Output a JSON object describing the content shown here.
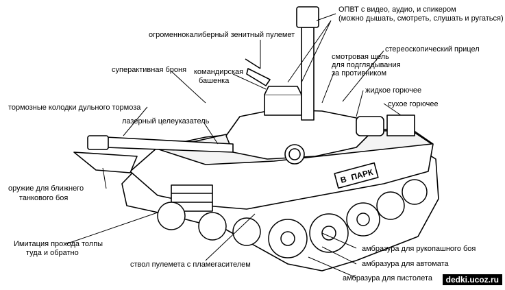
{
  "callouts": {
    "opvt": "ОПВТ с видео, аудио, и спикером",
    "opvt_note": "(можно дышать, смотреть, слушать и ругаться)",
    "aa_mg": "огроменнокалиберный зенитный пулемет",
    "stereo_sight": "стереоскопический прицел",
    "super_armor": "суперактивная броня",
    "cmd_cupola_1": "командирская",
    "cmd_cupola_2": "башенка",
    "vision_slit_1": "смотровая щель",
    "vision_slit_2": "для подглядывания",
    "vision_slit_3": "за противником",
    "liquid_fuel": "жидкое горючее",
    "dry_fuel": "сухое горючее",
    "brake_pads": "тормозные колодки дульного тормоза",
    "laser": "лазерный целеуказатель",
    "melee_weapon_1": "оружие для ближнего",
    "melee_weapon_2": "танкового боя",
    "crowd_1": "Имитация прохода толпы",
    "crowd_2": "туда и обратно",
    "mg_flamer": "ствол пулемета с пламегасителем",
    "emb_hand": "амбразура для рукопашного боя",
    "emb_rifle": "амбразура для автомата",
    "emb_pistol": "амбразура для пистолета"
  },
  "hull_sign": {
    "left": "В",
    "right": "ПАРК"
  },
  "watermark": "dedki.ucoz.ru"
}
